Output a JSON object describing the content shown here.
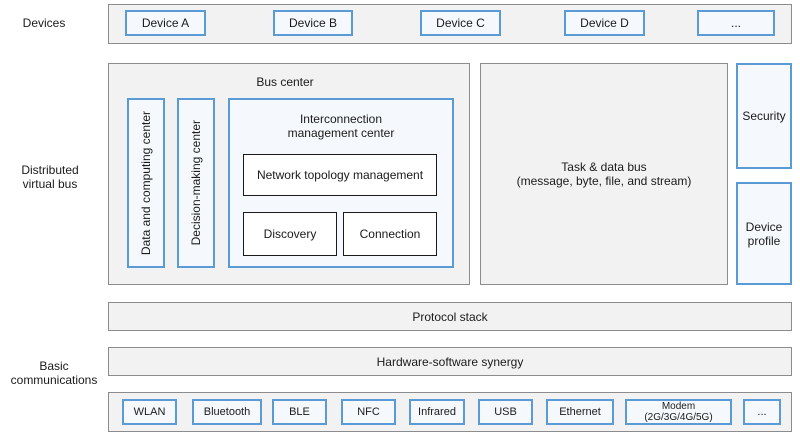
{
  "labels": {
    "devices": "Devices",
    "distributed": [
      "Distributed",
      "virtual bus"
    ],
    "basic": [
      "Basic",
      "communications"
    ]
  },
  "devices": [
    "Device A",
    "Device B",
    "Device C",
    "Device D",
    "..."
  ],
  "bus_center": {
    "title": "Bus center",
    "data_computing": "Data and computing center",
    "decision_making": "Decision-making center",
    "interconnection": [
      "Interconnection",
      "management center"
    ],
    "network_topology": "Network topology management",
    "discovery": "Discovery",
    "connection": "Connection"
  },
  "task_bus": [
    "Task & data bus",
    "(message, byte, file, and stream)"
  ],
  "security": "Security",
  "device_profile": [
    "Device",
    "profile"
  ],
  "protocol_stack": "Protocol stack",
  "hw_sw_synergy": "Hardware-software synergy",
  "protocols": [
    "WLAN",
    "Bluetooth",
    "BLE",
    "NFC",
    "Infrared",
    "USB",
    "Ethernet",
    "..."
  ],
  "modem": [
    "Modem",
    "(2G/3G/4G/5G)"
  ],
  "colors": {
    "accent_blue": "#5b9bd5",
    "panel_gray": "#f2f2f2",
    "border_gray": "#8c8c8c"
  }
}
